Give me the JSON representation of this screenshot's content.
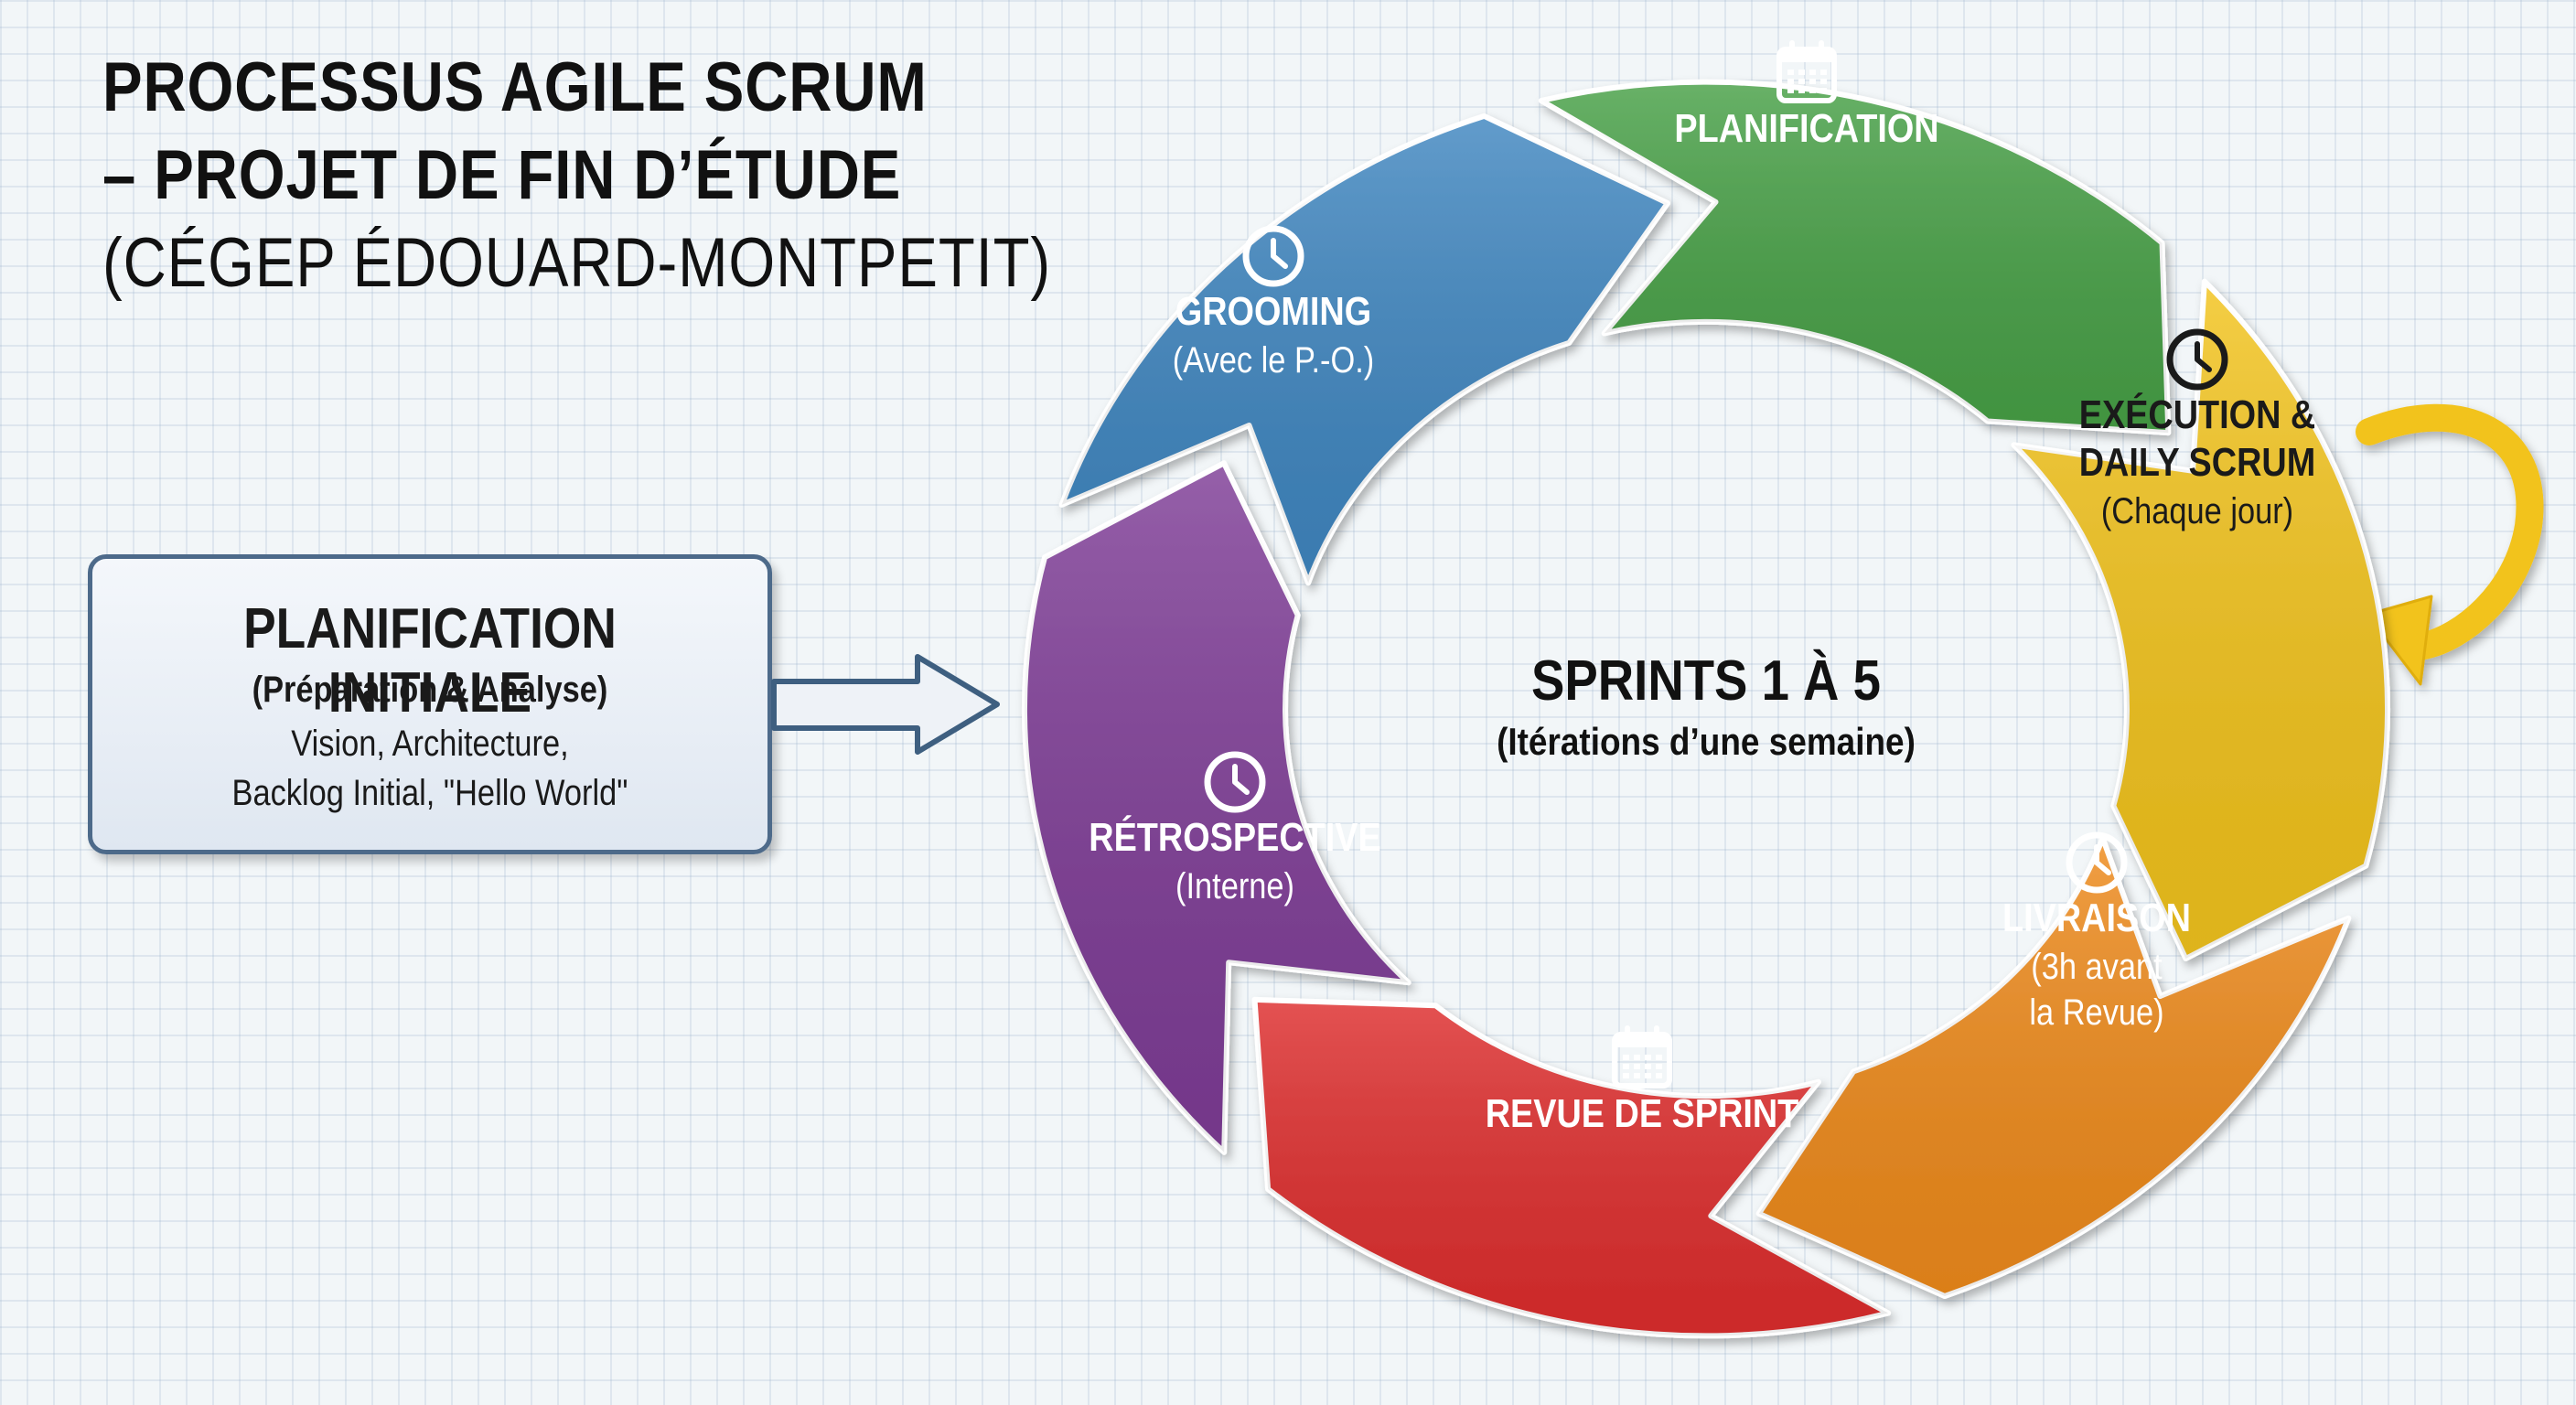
{
  "title": {
    "line1": "PROCESSUS AGILE SCRUM",
    "line2": "– PROJET DE FIN D’ÉTUDE",
    "line3": "(CÉGEP ÉDOUARD-MONTPETIT)"
  },
  "initial_planning": {
    "title": "PLANIFICATION INITIALE",
    "subtitle": "(Préparation & Analyse)",
    "detail_line1": "Vision, Architecture,",
    "detail_line2": "Backlog Initial, \"Hello World\""
  },
  "center": {
    "title": "SPRINTS 1 À 5",
    "subtitle": "(Itérations d’une semaine)"
  },
  "stages": [
    {
      "id": "planification",
      "label": "PLANIFICATION",
      "label2": "",
      "sub": "",
      "sub2": "",
      "icon": "calendar-icon",
      "color": "#47a046"
    },
    {
      "id": "execution",
      "label": "EXÉCUTION &",
      "label2": "DAILY SCRUM",
      "sub": "(Chaque jour)",
      "sub2": "",
      "icon": "clock-icon",
      "color": "#f2c31c"
    },
    {
      "id": "livraison",
      "label": "LIVRAISON",
      "label2": "",
      "sub": "(3h avant",
      "sub2": "la Revue)",
      "icon": "clock-icon",
      "color": "#ee8a1b"
    },
    {
      "id": "revue",
      "label": "REVUE DE SPRINT",
      "label2": "",
      "sub": "",
      "sub2": "",
      "icon": "calendar-icon",
      "color": "#de2d2d"
    },
    {
      "id": "retrospective",
      "label": "RÉTROSPECTIVE",
      "label2": "",
      "sub": "(Interne)",
      "sub2": "",
      "icon": "clock-icon",
      "color": "#7e3c96"
    },
    {
      "id": "grooming",
      "label": "GROOMING",
      "label2": "",
      "sub": "(Avec le P.-O.)",
      "sub2": "",
      "icon": "clock-icon",
      "color": "#3f86c0"
    }
  ],
  "colors": {
    "daily_loop_arrow": "#f2c31c",
    "input_arrow": "#3e5f80",
    "box_border": "#4d6a8a"
  }
}
